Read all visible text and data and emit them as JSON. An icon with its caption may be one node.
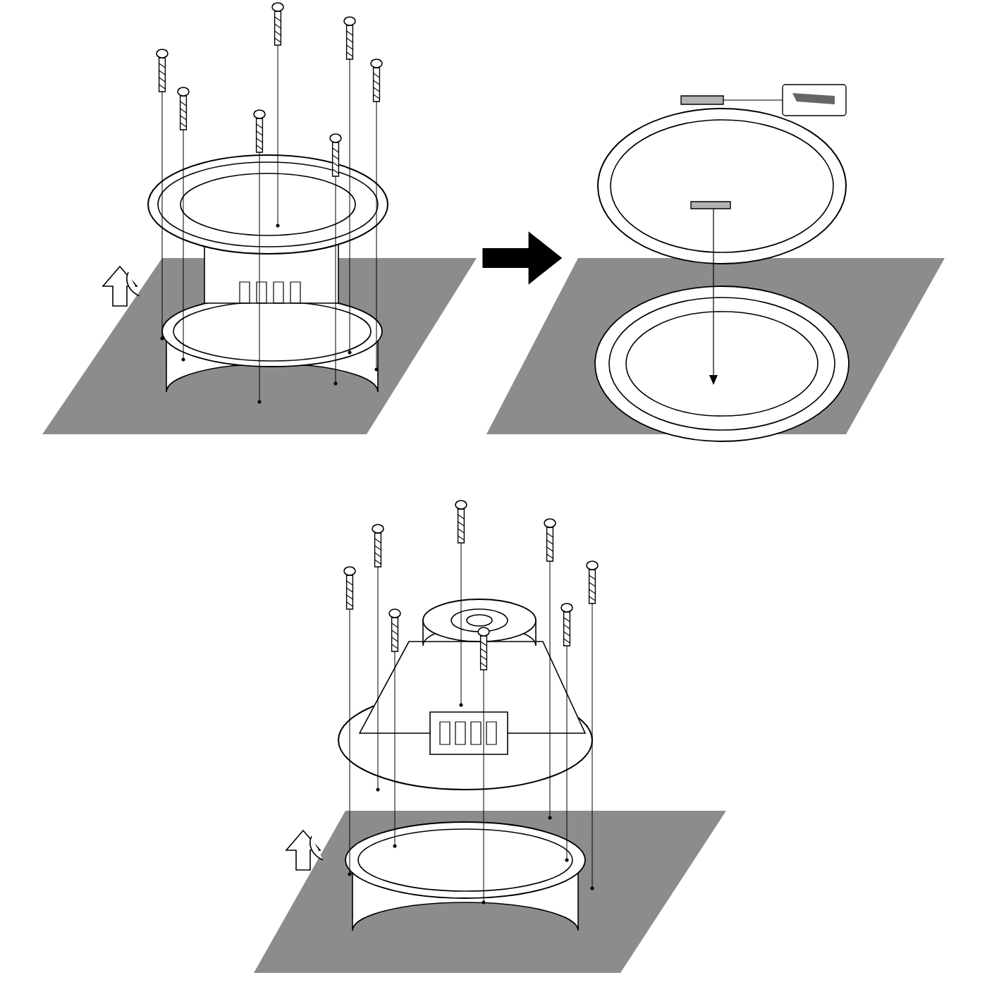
{
  "diagram": {
    "nodes": [
      {
        "text": [],
        "shape": "picture"
      },
      {
        "text": [],
        "shape": "picture"
      },
      {
        "text": [],
        "shape": "picture"
      }
    ],
    "edges": [
      {
        "from": 0,
        "to": 1,
        "arrow": "to"
      }
    ]
  }
}
